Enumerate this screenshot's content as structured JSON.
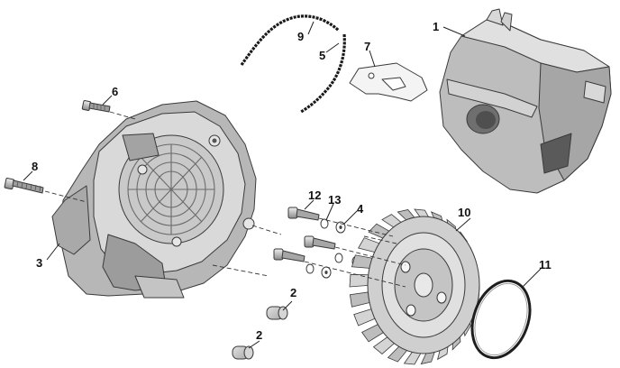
{
  "diagram": {
    "callouts": [
      {
        "id": "c1",
        "label": "1"
      },
      {
        "id": "c2a",
        "label": "2"
      },
      {
        "id": "c2b",
        "label": "2"
      },
      {
        "id": "c3",
        "label": "3"
      },
      {
        "id": "c4",
        "label": "4"
      },
      {
        "id": "c5",
        "label": "5"
      },
      {
        "id": "c6",
        "label": "6"
      },
      {
        "id": "c7",
        "label": "7"
      },
      {
        "id": "c8",
        "label": "8"
      },
      {
        "id": "c9",
        "label": "9"
      },
      {
        "id": "c10",
        "label": "10"
      },
      {
        "id": "c11",
        "label": "11"
      },
      {
        "id": "c12",
        "label": "12"
      },
      {
        "id": "c13",
        "label": "13"
      }
    ],
    "colors": {
      "part_fill": "#c8c8c8",
      "part_shadow": "#8f8f8f",
      "part_light": "#e6e6e6",
      "outline": "#3a3a3a",
      "seal": "#1a1a1a"
    }
  }
}
